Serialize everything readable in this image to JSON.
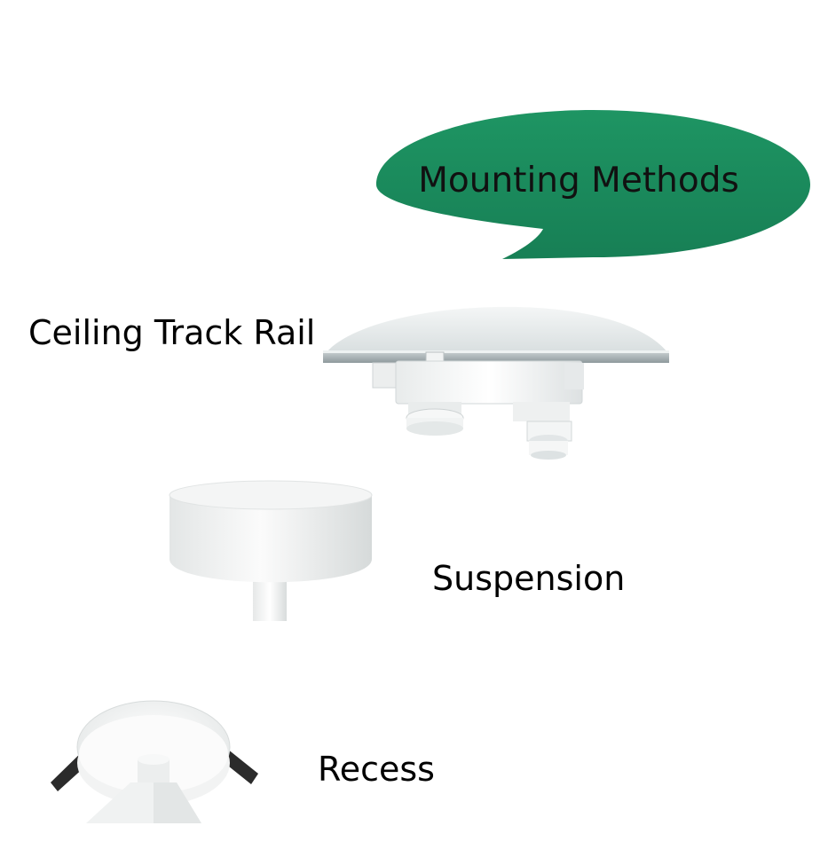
{
  "heading": {
    "text": "Mounting Methods",
    "bubble_color": "#1a8a5c"
  },
  "methods": [
    {
      "label": "Ceiling Track Rail",
      "icon": "track-rail-mount-icon"
    },
    {
      "label": "Suspension",
      "icon": "suspension-canopy-icon"
    },
    {
      "label": "Recess",
      "icon": "recessed-mount-icon"
    }
  ]
}
